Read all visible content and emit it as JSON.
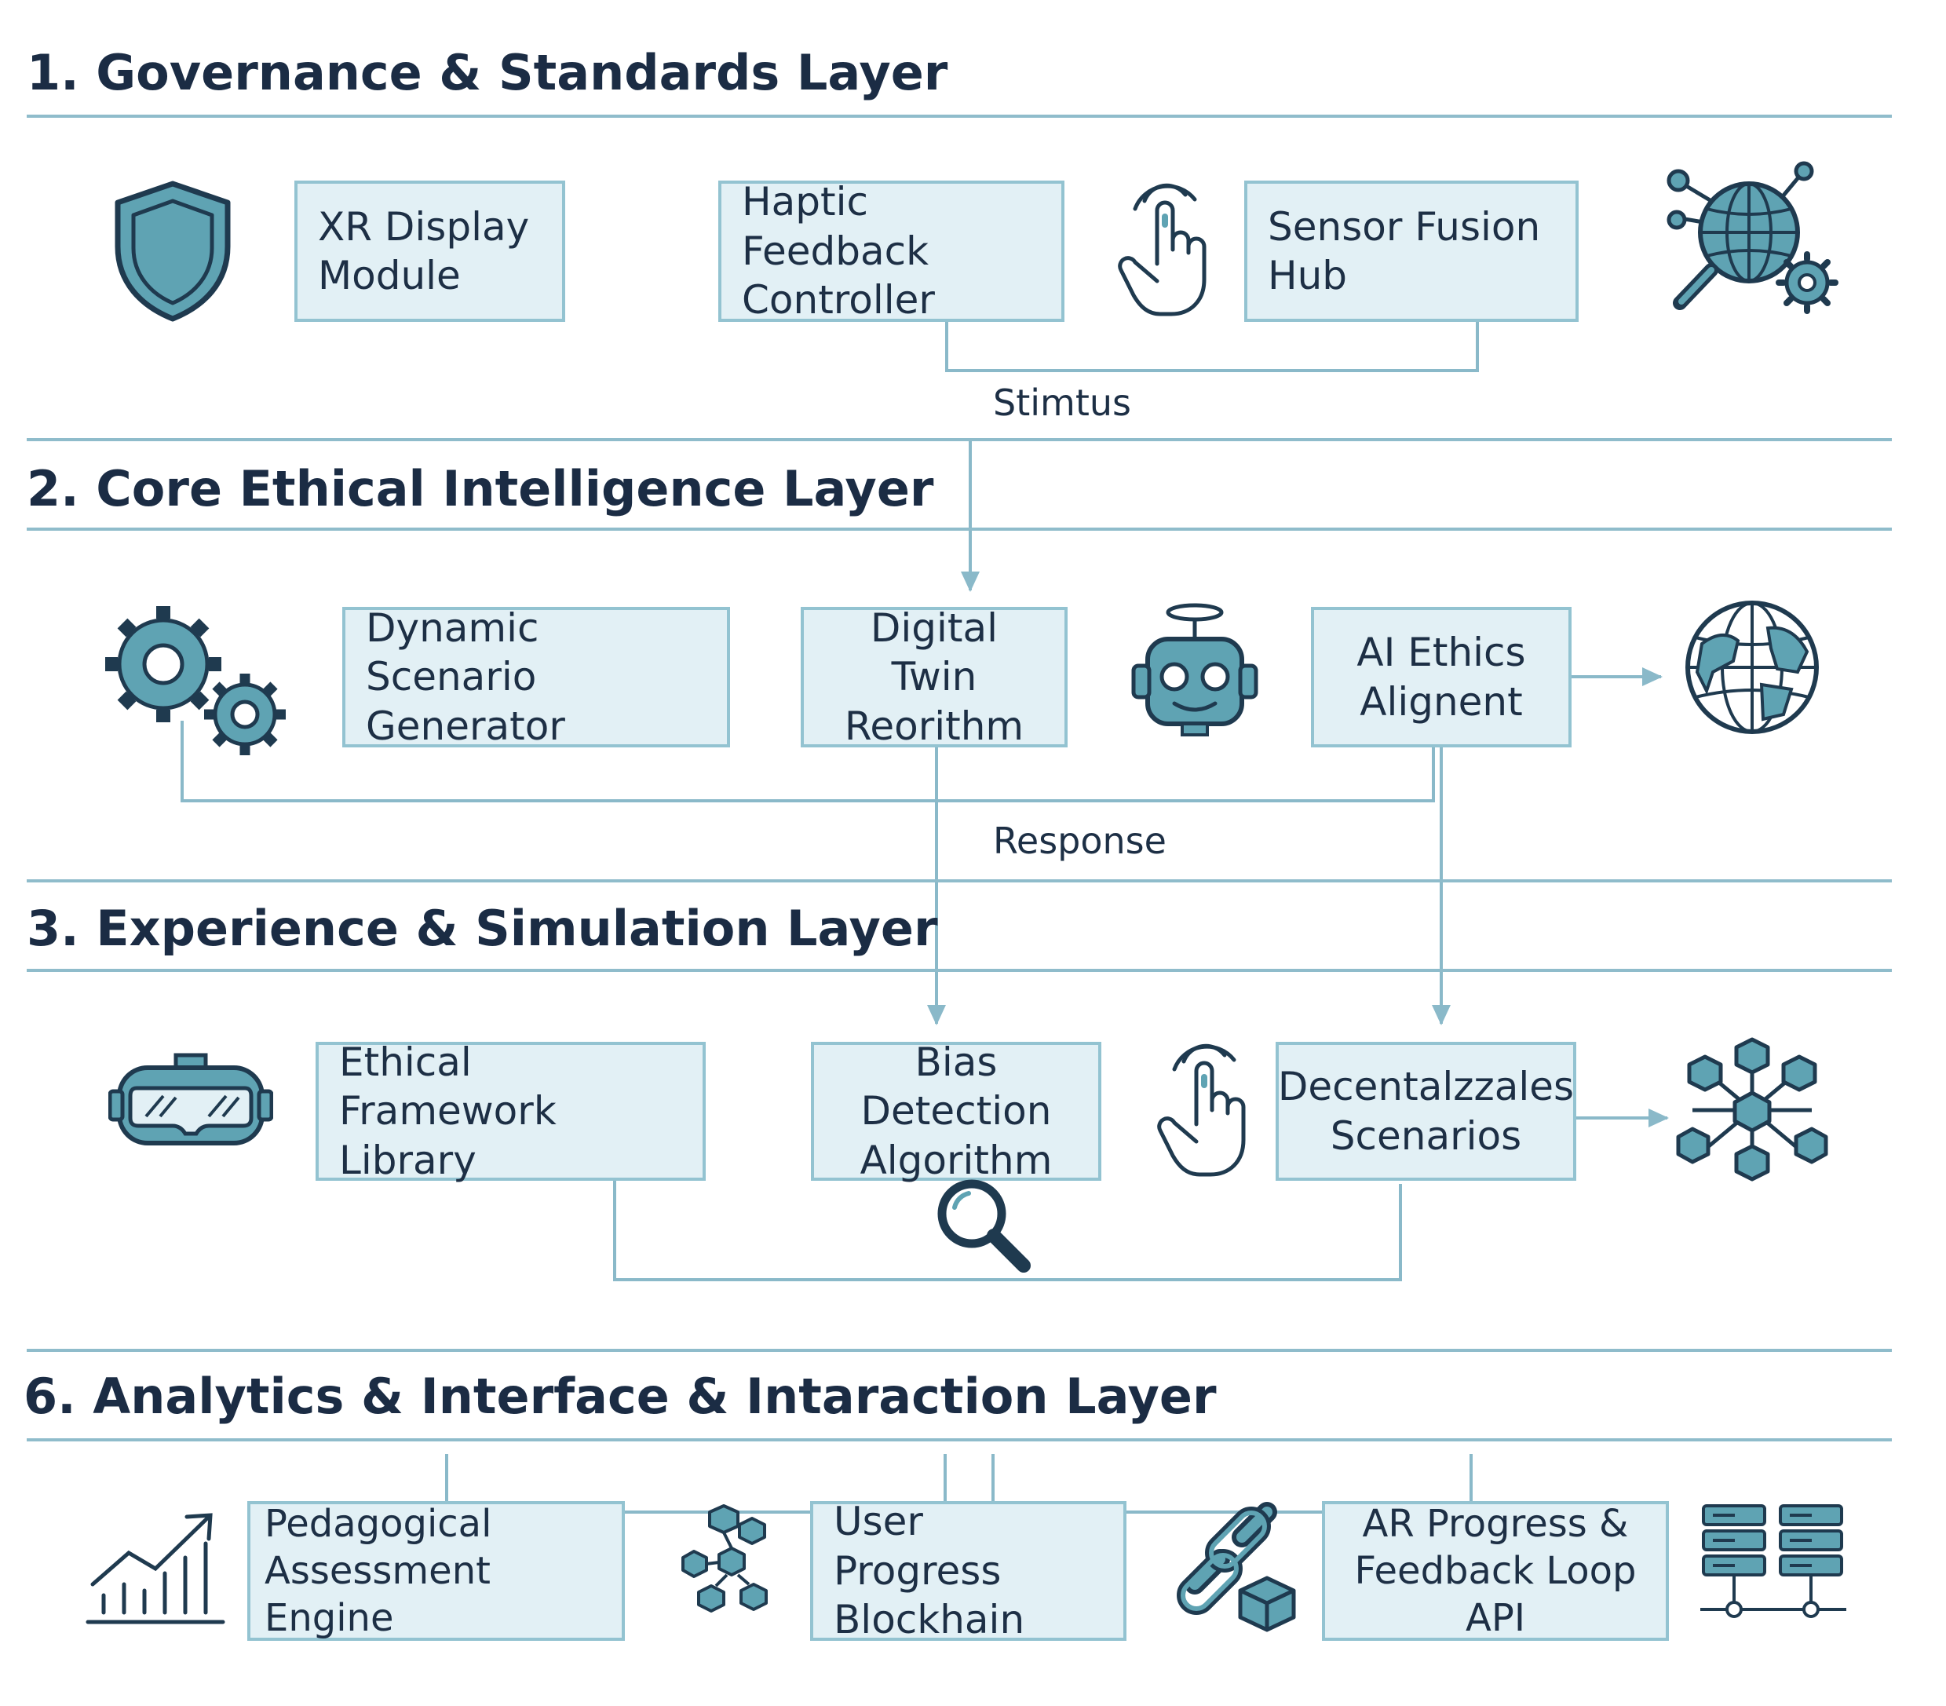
{
  "layers": [
    {
      "title": "1. Governance & Standards Layer",
      "nodes": [
        {
          "label": "XR Display\nModule"
        },
        {
          "label": "Haptic Feedback\nController"
        },
        {
          "label": "Sensor Fusion\nHub"
        }
      ],
      "icons": [
        "shield-icon",
        "touch-hand-icon",
        "globe-search-gear-icon"
      ]
    },
    {
      "title": "2. Core Ethical Intelligence Layer",
      "nodes": [
        {
          "label": "Dynamic Scenario\nGenerator"
        },
        {
          "label": "Digital Twin\nReorithm"
        },
        {
          "label": "AI Ethics\nAlignent"
        }
      ],
      "icons": [
        "gears-icon",
        "robot-icon",
        "globe-icon"
      ]
    },
    {
      "title": "3. Experience & Simulation Layer",
      "nodes": [
        {
          "label": "Ethical Framework\nLibrary"
        },
        {
          "label": "Bias Detection\nAlgorithm"
        },
        {
          "label": "Decentalzzales\nScenarios"
        }
      ],
      "icons": [
        "vr-headset-icon",
        "magnifier-icon",
        "touch-hand-icon",
        "network-cubes-icon"
      ]
    },
    {
      "title": "6. Analytics & Interface & Intaraction Layer",
      "nodes": [
        {
          "label": "Pedagogical\nAssessment Engine"
        },
        {
          "label": "User Progress\nBlockhain"
        },
        {
          "label": "AR Progress &\nFeedback Loop API"
        }
      ],
      "icons": [
        "growth-chart-icon",
        "blocks-icon",
        "chain-cube-icon",
        "server-network-icon"
      ]
    }
  ],
  "edge_labels": {
    "stimulus": "Stimtus",
    "response": "Response"
  },
  "colors": {
    "title": "#1b2c44",
    "rule": "#8fbccb",
    "box_fill": "#e2f0f5",
    "box_border": "#93c3d1",
    "connector": "#8ab9c9",
    "icon_fill": "#5fa3b3",
    "icon_stroke": "#1f3a4f"
  }
}
